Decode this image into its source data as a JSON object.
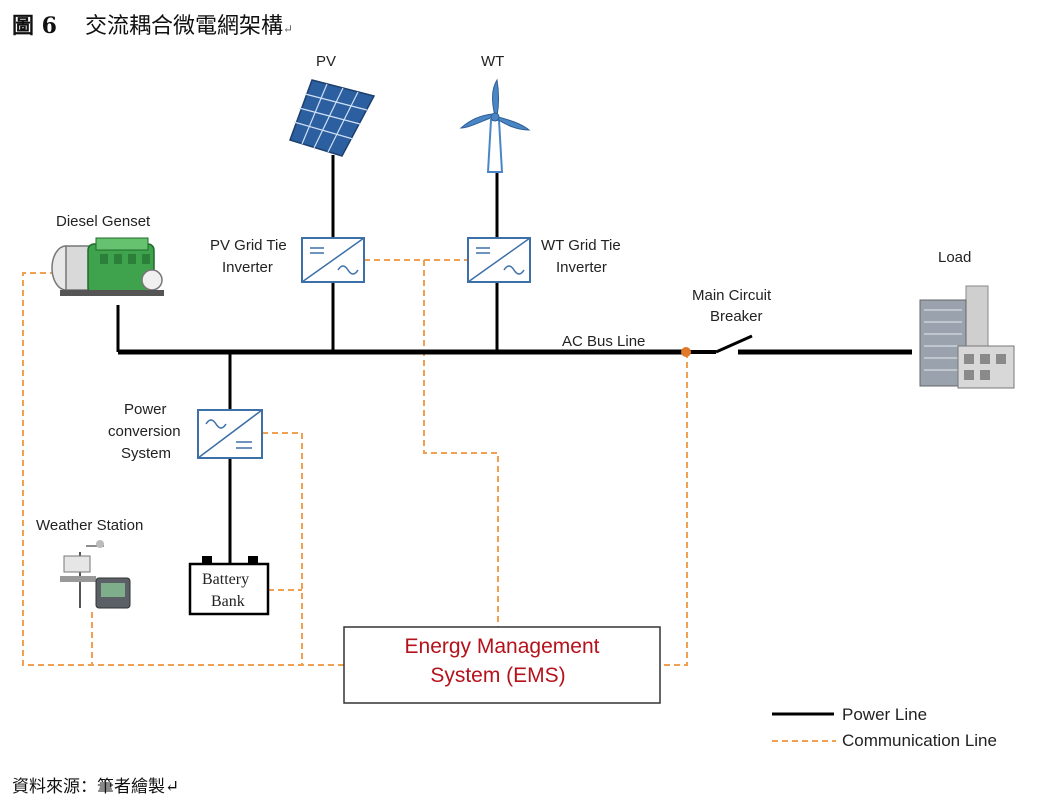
{
  "figure": {
    "number": "圖 6",
    "title": "交流耦合微電網架構",
    "mark": "↵"
  },
  "source_note": "資料來源：筆者繪製↵",
  "labels": {
    "pv": "PV",
    "wt": "WT",
    "diesel": "Diesel Genset",
    "pv_inverter_1": "PV Grid Tie",
    "pv_inverter_2": "Inverter",
    "wt_inverter_1": "WT Grid Tie",
    "wt_inverter_2": "Inverter",
    "load": "Load",
    "breaker_1": "Main Circuit",
    "breaker_2": "Breaker",
    "ac_bus": "AC Bus Line",
    "pcs_1": "Power",
    "pcs_2": "conversion",
    "pcs_3": "System",
    "weather": "Weather Station",
    "battery_1": "Battery",
    "battery_2": "Bank",
    "ems_1": "Energy Management",
    "ems_2": "System (EMS)"
  },
  "legend": {
    "power_line": "Power Line",
    "communication_line": "Communication Line"
  },
  "colors": {
    "power_line": "#000000",
    "communication_line": "#f0a050",
    "ems_text": "#b5121b",
    "component_blue": "#3d6fa8",
    "breaker_dot": "#e07a2a"
  }
}
